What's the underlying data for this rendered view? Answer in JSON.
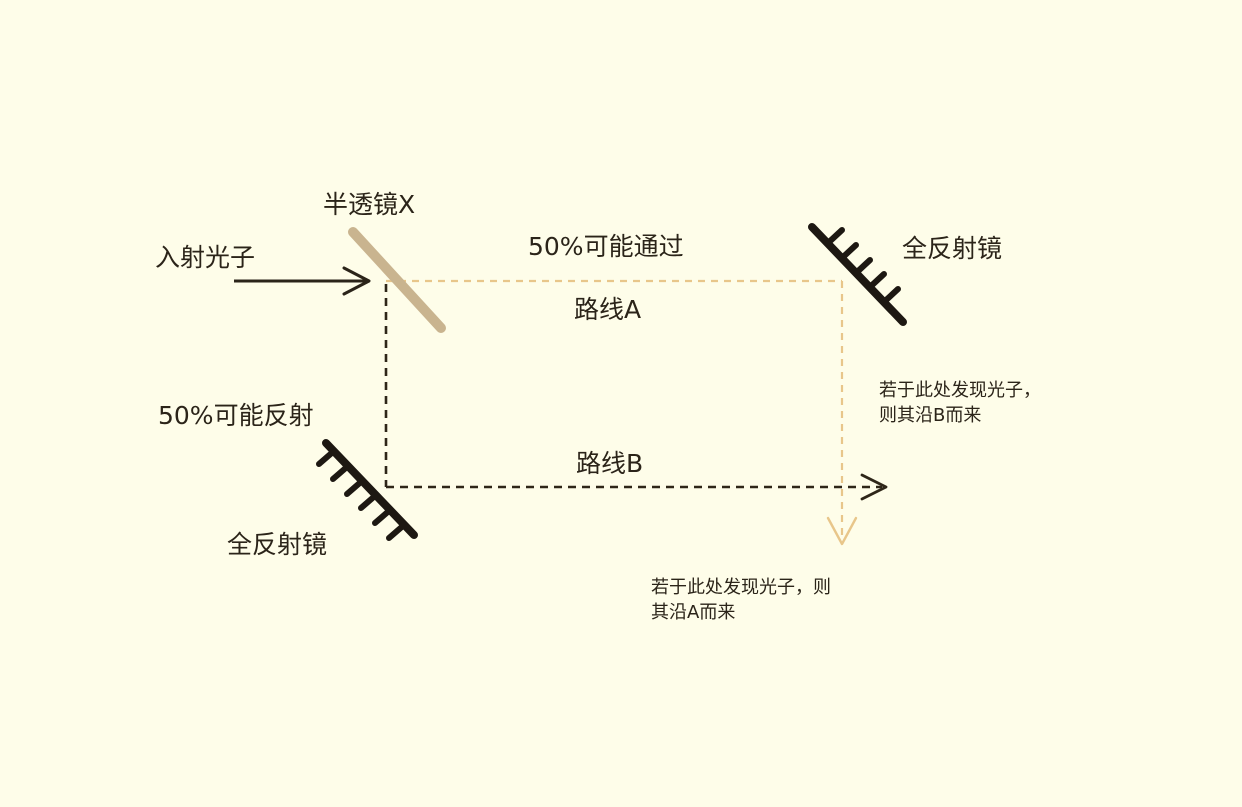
{
  "labels": {
    "beam_splitter": "半透镜X",
    "incident_photon": "入射光子",
    "transmit_chance": "50%可能通过",
    "route_a": "路线A",
    "mirror_top_right": "全反射镜",
    "reflect_chance": "50%可能反射",
    "route_b": "路线B",
    "mirror_bottom_left": "全反射镜",
    "note_route_b": "若于此处发现光子，则其沿B而来",
    "note_route_a": "若于此处发现光子，则其沿A而来"
  },
  "colors": {
    "background": "#fefde9",
    "ink": "#2b2419",
    "path_b": "#2e2618",
    "path_a": "#e8c68a",
    "beam_splitter": "#c9b48f"
  }
}
